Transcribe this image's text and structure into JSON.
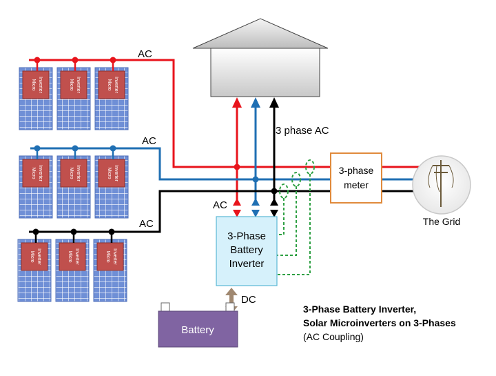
{
  "labels": {
    "ac": "AC",
    "three_phase_ac": "3 phase AC",
    "dc": "DC",
    "micro_inverter": [
      "Micro",
      "Inverter"
    ],
    "meter": [
      "3-phase",
      "meter"
    ],
    "battery_inverter": [
      "3-Phase",
      "Battery",
      "Inverter"
    ],
    "battery": "Battery",
    "grid": "The Grid"
  },
  "caption": {
    "line1": "3-Phase Battery Inverter,",
    "line2": "Solar Microinverters on 3-Phases",
    "line3": "(AC Coupling)"
  },
  "colors": {
    "phase_red": "#e8141c",
    "phase_blue": "#1f6fb3",
    "phase_black": "#000000",
    "sense_green": "#2ea043",
    "panel_blue": "#6f8fd6",
    "micro_red": "#c0504d",
    "meter_border": "#e08a3c",
    "inverter_fill": "#d6f1fb",
    "battery_fill": "#8064a2",
    "dc_arrow": "#a08870"
  }
}
